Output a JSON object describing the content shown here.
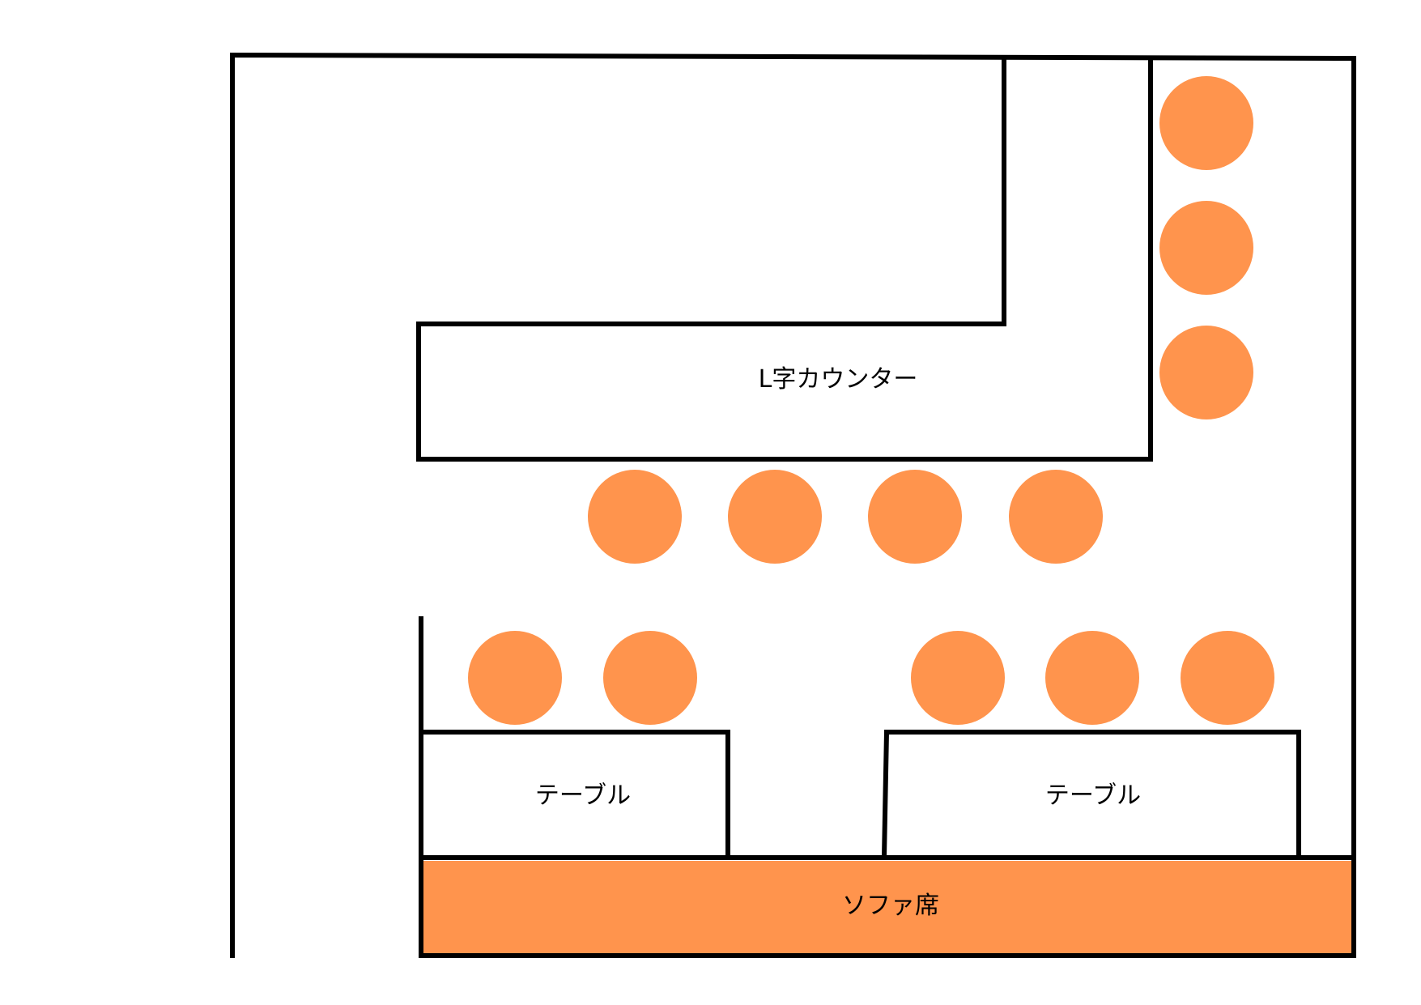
{
  "colors": {
    "seat": "#ff944d",
    "line": "#000000",
    "background": "#ffffff"
  },
  "labels": {
    "counter": "L字カウンター",
    "table_left": "テーブル",
    "table_right": "テーブル",
    "sofa": "ソファ席"
  }
}
